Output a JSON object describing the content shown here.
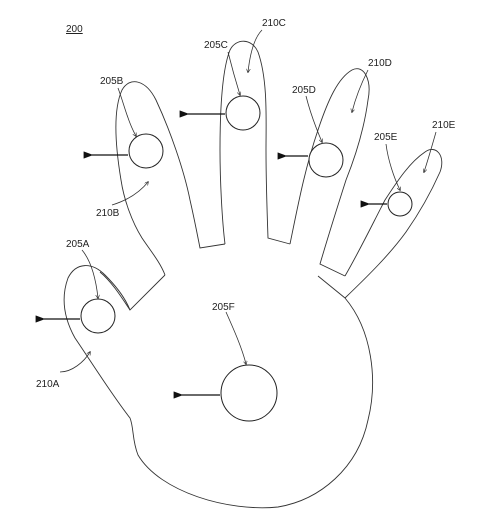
{
  "figure": {
    "number": "200",
    "labels": {
      "l205A": "205A",
      "l205B": "205B",
      "l205C": "205C",
      "l205D": "205D",
      "l205E": "205E",
      "l205F": "205F",
      "l210A": "210A",
      "l210B": "210B",
      "l210C": "210C",
      "l210D": "210D",
      "l210E": "210E"
    }
  },
  "colors": {
    "line": "#333333",
    "arrow": "#111111",
    "background": "#ffffff"
  }
}
